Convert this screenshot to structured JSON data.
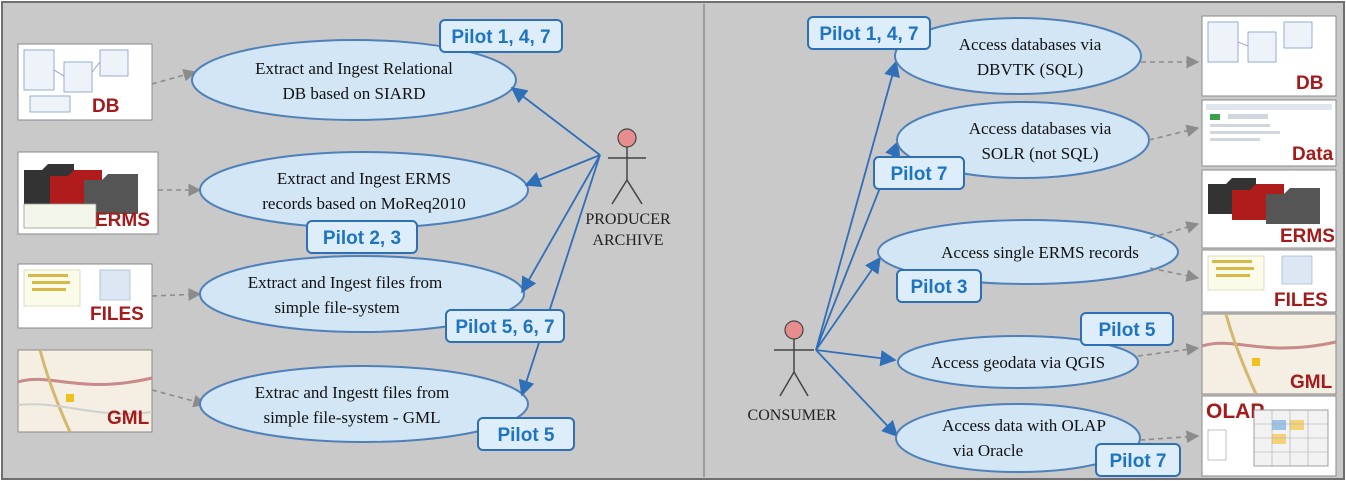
{
  "colors": {
    "background": "#c9c9c9",
    "frame": "#6f6f6f",
    "ellipse_fill": "#d2e6f5",
    "ellipse_stroke": "#4f80b9",
    "arrow": "#2f6fb8",
    "dashed_arrow": "#8c8c8c",
    "pilot_fill": "#ddeefa",
    "pilot_stroke": "#2f6fb8",
    "pilot_text": "#1f74c2",
    "asset_label": "#a51b1b",
    "actor_head": "#e88d8d"
  },
  "actors": {
    "producer": {
      "line1": "PRODUCER",
      "line2": "ARCHIVE"
    },
    "consumer": {
      "label": "CONSUMER"
    }
  },
  "producer_use_cases": [
    {
      "line1": "Extract and Ingest Relational",
      "line2": "DB  based on SIARD",
      "pilot": "Pilot 1, 4, 7",
      "asset": "DB",
      "asset_icon": "db-schema-thumbnail"
    },
    {
      "line1": "Extract  and Ingest ERMS",
      "line2": "records based on MoReq2010",
      "pilot": "Pilot 2, 3",
      "asset": "ERMS",
      "asset_icon": "folders-thumbnail"
    },
    {
      "line1": "Extract and Ingest files from",
      "line2": "simple file-system",
      "pilot": "Pilot 5, 6, 7",
      "asset": "FILES",
      "asset_icon": "file-tree-thumbnail"
    },
    {
      "line1": "Extrac and Ingestt files from",
      "line2": "simple file-system - GML",
      "pilot": "Pilot 5",
      "asset": "GML",
      "asset_icon": "map-thumbnail"
    }
  ],
  "consumer_use_cases": [
    {
      "line1": "Access databases via",
      "line2": "DBVTK (SQL)",
      "pilot": "Pilot 1, 4, 7",
      "asset": "DB"
    },
    {
      "line1": "Access databases via",
      "line2": "SOLR (not SQL)",
      "pilot": "Pilot 7",
      "asset": "Data"
    },
    {
      "line1": "Access single ERMS records",
      "line2": "",
      "pilot": "Pilot 3",
      "assets": [
        "ERMS",
        "FILES"
      ]
    },
    {
      "line1": "Access geodata via QGIS",
      "line2": "",
      "pilot": "Pilot 5",
      "asset": "GML"
    },
    {
      "line1": "Access data with OLAP",
      "line2": "via Oracle",
      "pilot": "Pilot 7",
      "asset": "OLAP"
    }
  ]
}
